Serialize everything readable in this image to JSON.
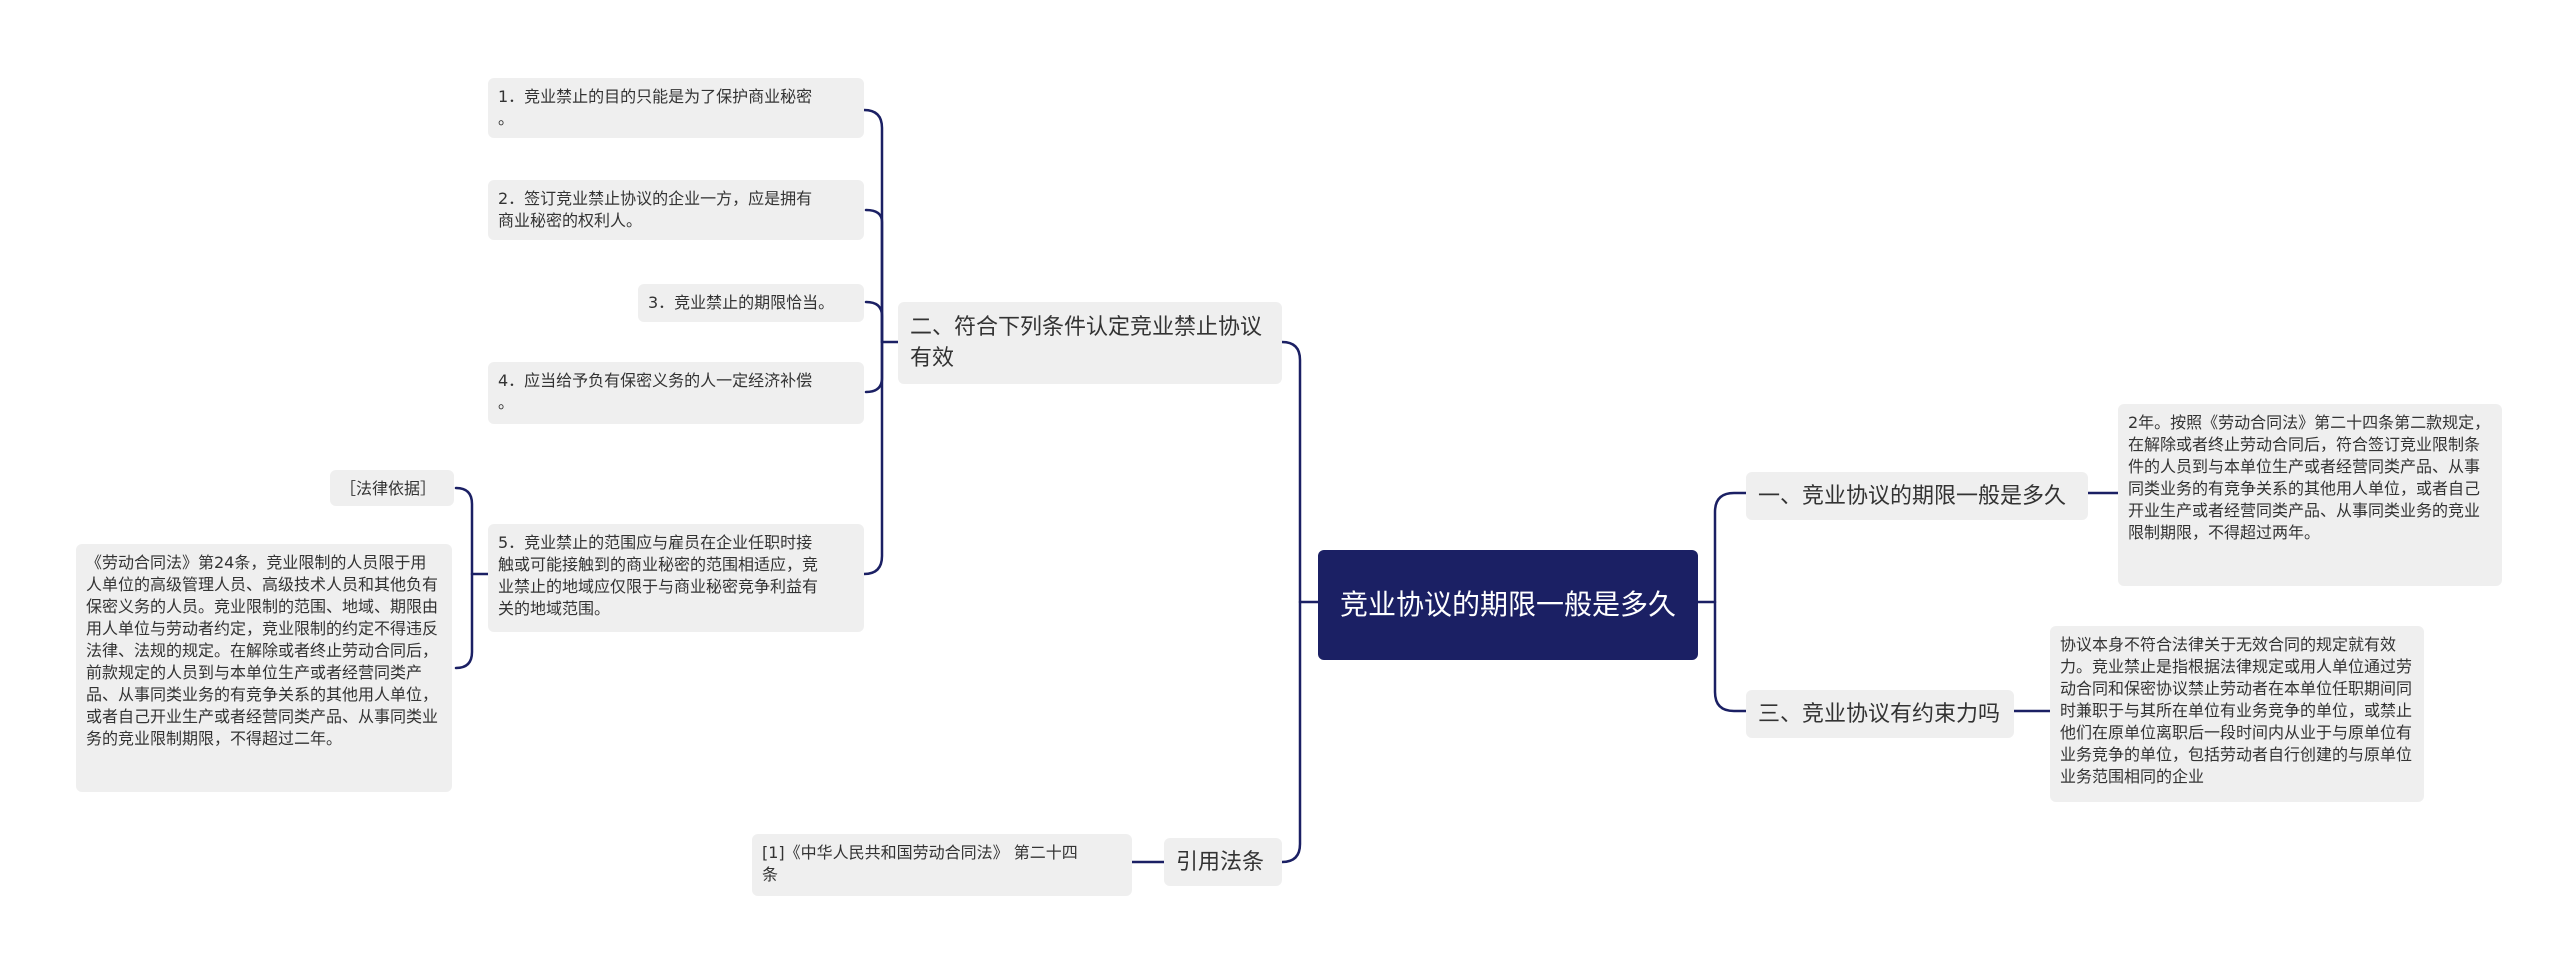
{
  "root": {
    "title": "竞业协议的期限一般是多久"
  },
  "branches": {
    "duration": {
      "label": "一、竞业协议的期限一般是多久",
      "detail": "2年。按照《劳动合同法》第二十四条第二款规定，在解除或者终止劳动合同后，符合签订竞业限制条件的人员到与本单位生产或者经营同类产品、从事同类业务的有竞争关系的其他用人单位，或者自己开业生产或者经营同类产品、从事同类业务的竞业限制期限，不得超过两年。"
    },
    "binding": {
      "label": "三、竞业协议有约束力吗",
      "detail": "协议本身不符合法律关于无效合同的规定就有效力。竞业禁止是指根据法律规定或用人单位通过劳动合同和保密协议禁止劳动者在本单位任职期间同时兼职于与其所在单位有业务竞争的单位，或禁止他们在原单位离职后一段时间内从业于与原单位有业务竞争的单位，包括劳动者自行创建的与原单位业务范围相同的企业"
    },
    "conditions": {
      "label": "二、符合下列条件认定竞业禁止协议有效",
      "items": [
        "1．竞业禁止的目的只能是为了保护商业秘密\n。",
        "2．签订竞业禁止协议的企业一方，应是拥有\n商业秘密的权利人。",
        "3．竞业禁止的期限恰当。",
        "4．应当给予负有保密义务的人一定经济补偿\n。",
        "5．竞业禁止的范围应与雇员在企业任职时接\n触或可能接触到的商业秘密的范围相适应，竞\n业禁止的地域应仅限于与商业秘密竞争利益有\n关的地域范围。"
      ],
      "legal_basis": {
        "label": "［法律依据］",
        "text": "《劳动合同法》第24条，竞业限制的人员限于用人单位的高级管理人员、高级技术人员和其他负有保密义务的人员。竞业限制的范围、地域、期限由用人单位与劳动者约定，竞业限制的约定不得违反法律、法规的规定。在解除或者终止劳动合同后，前款规定的人员到与本单位生产或者经营同类产品、从事同类业务的有竞争关系的其他用人单位，或者自己开业生产或者经营同类产品、从事同类业务的竞业限制期限，不得超过二年。"
      }
    },
    "citation": {
      "label": "引用法条",
      "detail": "[1]《中华人民共和国劳动合同法》 第二十四\n条"
    }
  },
  "colors": {
    "root_bg": "#1b2064",
    "node_bg": "#efefef",
    "line": "#1b2064",
    "text": "#333333"
  }
}
